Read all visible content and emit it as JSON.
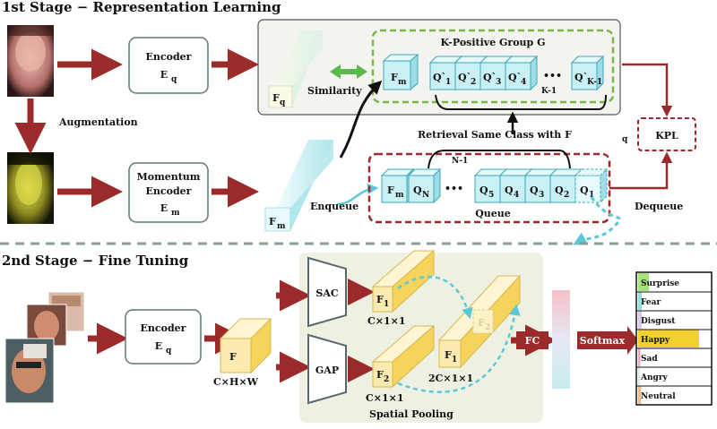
{
  "stage1": {
    "title": "1st Stage − Representation Learning",
    "augmentation": "Augmentation",
    "encoder_q": {
      "name": "Encoder",
      "sub": "E",
      "subscript": "q"
    },
    "encoder_m": {
      "name1": "Momentum",
      "name2": "Encoder",
      "sub": "E",
      "subscript": "m"
    },
    "fq": "F",
    "fq_sub": "q",
    "fm": "F",
    "fm_sub": "m",
    "similarity": "Similarity",
    "k_group": "K-Positive Group G",
    "q_cells": [
      "Q`",
      "Q`",
      "Q`",
      "Q`",
      "Q`"
    ],
    "q_subs": [
      "1",
      "2",
      "3",
      "4",
      "K-1"
    ],
    "k_minus_1": "K-1",
    "dots": "•••",
    "retrieval": "Retrieval Same Class with F",
    "retrieval_sub": "q",
    "kpl": "KPL",
    "enqueue": "Enqueue",
    "queue": "Queue",
    "dequeue": "Dequeue",
    "n_minus_1": "N-1",
    "queue_cells": [
      "Q",
      "Q",
      "Q",
      "Q",
      "Q",
      "Q"
    ],
    "queue_subs": [
      "N",
      "5",
      "4",
      "3",
      "2",
      "1"
    ]
  },
  "stage2": {
    "title": "2nd Stage − Fine Tuning",
    "encoder": {
      "name": "Encoder",
      "sub": "E",
      "subscript": "q"
    },
    "f": "F",
    "f_dims": "C×H×W",
    "sac": "SAC",
    "gap": "GAP",
    "f1": "F",
    "f1_sub": "1",
    "f2": "F",
    "f2_sub": "2",
    "c11": "C×1×1",
    "c11b": "C×1×1",
    "c2_11": "2C×1×1",
    "spatial_pooling": "Spatial  Pooling",
    "fc": "FC",
    "softmax": "Softmax",
    "classes": [
      "Surprise",
      "Fear",
      "Disgust",
      "Happy",
      "Sad",
      "Angry",
      "Neutral"
    ],
    "class_colors": [
      "#a6e37a",
      "#8fe0dc",
      "#d9c7ea",
      "#f2d02e",
      "#e9a7c3",
      "#cfe8e6",
      "#f5b78e"
    ],
    "class_probs": [
      0.15,
      0.05,
      0.05,
      0.85,
      0.03,
      0.02,
      0.04
    ]
  },
  "colors": {
    "arrow": "#9b2a2a",
    "dashed_cyan": "#5ac8d8",
    "group_border": "#7ab648",
    "queue_border": "#9b2a2a",
    "cube_cyan": "#c9f0f4",
    "cube_yellow": "#fbe487",
    "panel_bg": "#eef1e2"
  }
}
